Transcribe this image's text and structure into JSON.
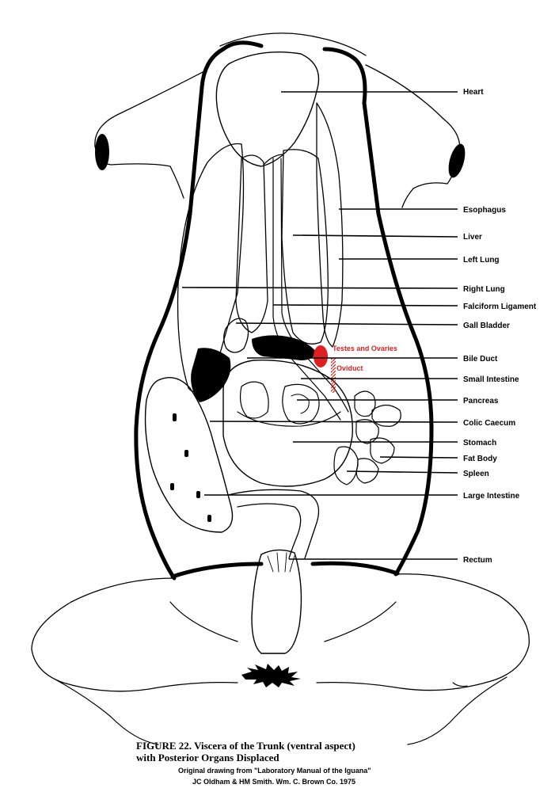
{
  "labels": {
    "heart": "Heart",
    "esophagus": "Esophagus",
    "liver": "Liver",
    "left_lung": "Left Lung",
    "right_lung": "Right Lung",
    "falciform": "Falciform Ligament",
    "gall_bladder": "Gall Bladder",
    "bile_duct": "Bile Duct",
    "small_intestine": "Small Intestine",
    "pancreas": "Pancreas",
    "colic_caecum": "Colic Caecum",
    "stomach": "Stomach",
    "fat_body": "Fat Body",
    "spleen": "Spleen",
    "large_intestine": "Large Intestine",
    "rectum": "Rectum",
    "testes_ovaries": "Testes and Ovaries",
    "oviduct": "Oviduct"
  },
  "caption": {
    "figure_line1": "FIGURE 22.  Viscera of the Trunk (ventral aspect)",
    "figure_line2": "with Posterior Organs Displaced",
    "credit_line1": "Original drawing from \"Laboratory Manual of the Iguana\"",
    "credit_line2": "JC Oldham & HM Smith. Wm. C. Brown Co. 1975"
  },
  "colors": {
    "ink": "#000000",
    "highlight": "#e02020",
    "background": "#ffffff"
  }
}
